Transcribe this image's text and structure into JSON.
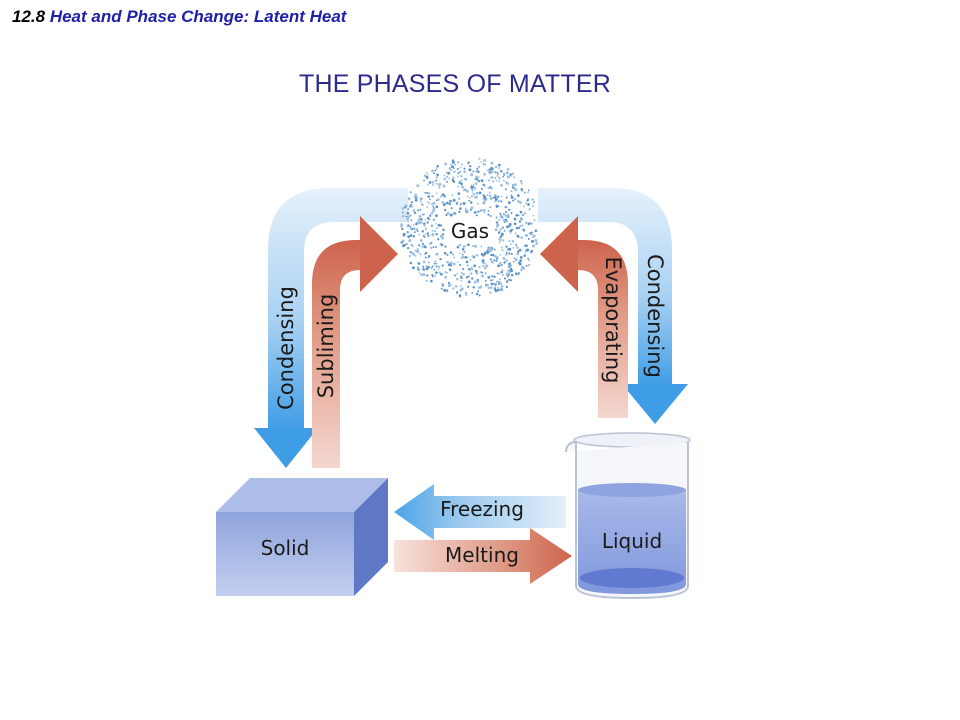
{
  "header": {
    "section_number": "12.8",
    "section_title": "Heat and Phase Change: Latent Heat"
  },
  "title": "THE PHASES OF MATTER",
  "diagram": {
    "phases": {
      "gas": "Gas",
      "solid": "Solid",
      "liquid": "Liquid"
    },
    "processes": {
      "condensing_left": "Condensing",
      "subliming": "Subliming",
      "evaporating": "Evaporating",
      "condensing_right": "Condensing",
      "freezing": "Freezing",
      "melting": "Melting"
    },
    "colors": {
      "cooling_arrow": "#4aa3e8",
      "heating_arrow": "#cf6a55",
      "block": "#8fa4dc",
      "liquid": "#6f88d6",
      "title": "#2d2a8e",
      "header_title": "#1f1fa8"
    }
  }
}
